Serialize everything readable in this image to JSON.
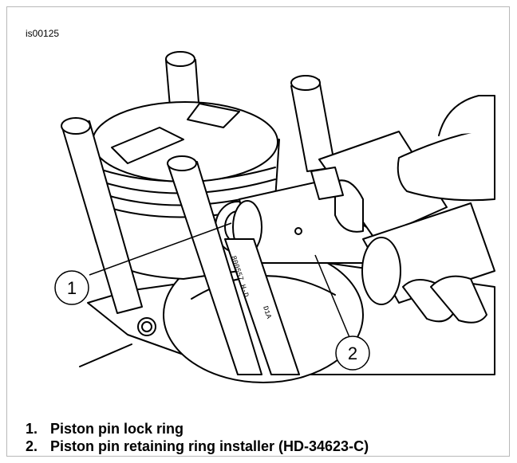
{
  "figure_id": "is00125",
  "callouts": [
    {
      "number": "1"
    },
    {
      "number": "2"
    }
  ],
  "legend": [
    {
      "number": "1.",
      "text": "Piston pin lock ring"
    },
    {
      "number": "2.",
      "text": "Piston pin retaining ring installer (HD-34623-C)"
    }
  ]
}
